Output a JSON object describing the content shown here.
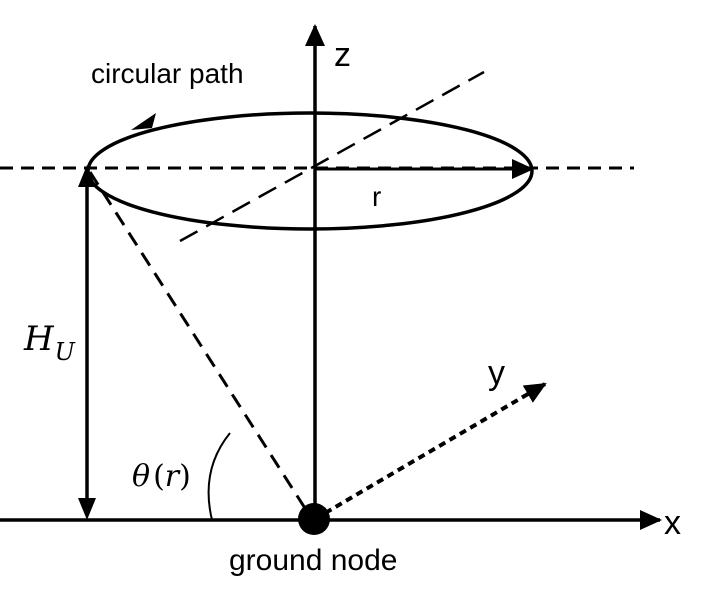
{
  "labels": {
    "z_axis": "z",
    "x_axis": "x",
    "y_axis": "y",
    "circular_path": "circular path",
    "radius": "r",
    "height_var": "H",
    "height_sub": "U",
    "angle_var": "θ",
    "angle_open": "(",
    "angle_arg": "r",
    "angle_close": ")",
    "ground_node": "ground node"
  },
  "colors": {
    "ink": "#000000",
    "background": "#ffffff"
  }
}
